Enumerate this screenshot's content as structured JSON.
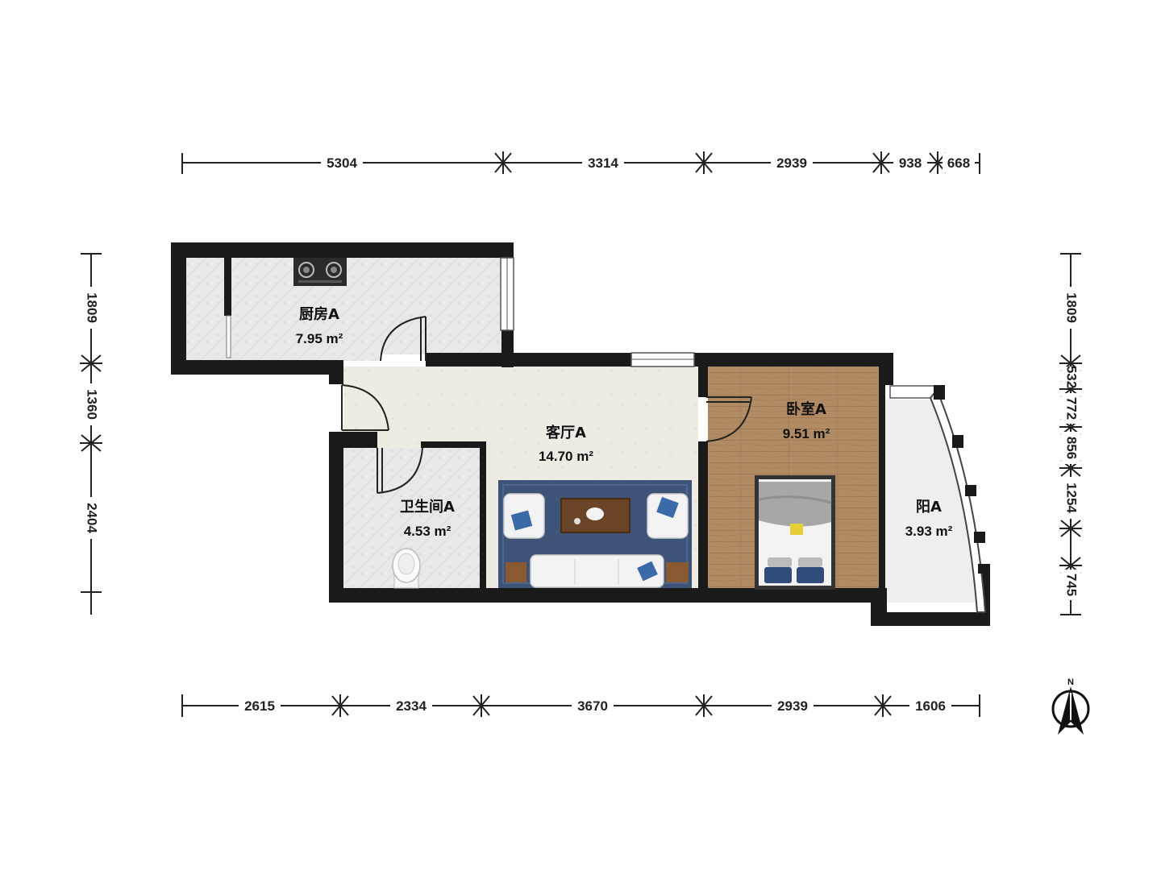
{
  "dimensions": {
    "top": [
      "5304",
      "3314",
      "2939",
      "938",
      "668"
    ],
    "bottom": [
      "2615",
      "2334",
      "3670",
      "2939",
      "1606"
    ],
    "left": [
      "1809",
      "1360",
      "2404"
    ],
    "right": [
      "1809",
      "532",
      "772",
      "856",
      "1254",
      "745"
    ]
  },
  "rooms": {
    "kitchen": {
      "name": "厨房A",
      "area": "7.95 m²"
    },
    "living": {
      "name": "客厅A",
      "area": "14.70 m²"
    },
    "bathroom": {
      "name": "卫生间A",
      "area": "4.53 m²"
    },
    "bedroom": {
      "name": "卧室A",
      "area": "9.51 m²"
    },
    "balcony": {
      "name": "阳A",
      "area": "3.93 m²"
    }
  },
  "compass": {
    "label": "N"
  },
  "colors": {
    "wall": "#1a1a1a",
    "tile": "#e9e9e9",
    "living_floor": "#eeebe4",
    "wood_floor": "#b08a63",
    "rug": "#3d5478"
  }
}
